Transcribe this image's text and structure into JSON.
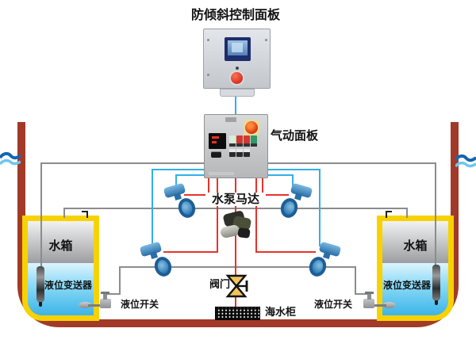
{
  "diagram": {
    "title": "防倾斜控制面板",
    "pneumatic_panel_label": "气动面板",
    "pump_label": "水泵马达",
    "left_tank": {
      "name": "水箱",
      "transmitter": "液位变送器",
      "switch": "液位开关"
    },
    "right_tank": {
      "name": "水箱",
      "transmitter": "液位变送器",
      "switch": "液位开关"
    },
    "valve_label": "阀门",
    "sea_chest_label": "海水柜",
    "colors": {
      "hull": "#a13a28",
      "tank_border": "#f8d200",
      "water_top": "#ddf4fd",
      "water_bottom": "#3db4e8",
      "control_line_blue": "#35aee8",
      "control_line_red": "#e8332a",
      "wire_gray": "#8c8c8c"
    }
  }
}
